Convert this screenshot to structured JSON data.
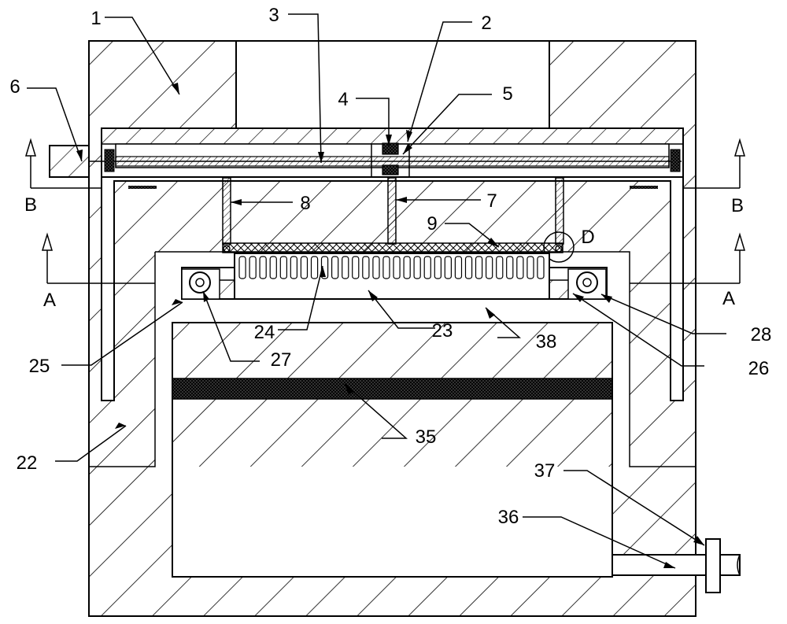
{
  "figure": {
    "labels": {
      "l1": "1",
      "l2": "2",
      "l3": "3",
      "l4": "4",
      "l5": "5",
      "l6": "6",
      "l7": "7",
      "l8": "8",
      "l9": "9",
      "l22": "22",
      "l23": "23",
      "l24": "24",
      "l25": "25",
      "l26": "26",
      "l27": "27",
      "l28": "28",
      "l35": "35",
      "l36": "36",
      "l37": "37",
      "l38": "38"
    },
    "section_marks": {
      "a": "A",
      "b": "B",
      "detail": "D"
    }
  }
}
